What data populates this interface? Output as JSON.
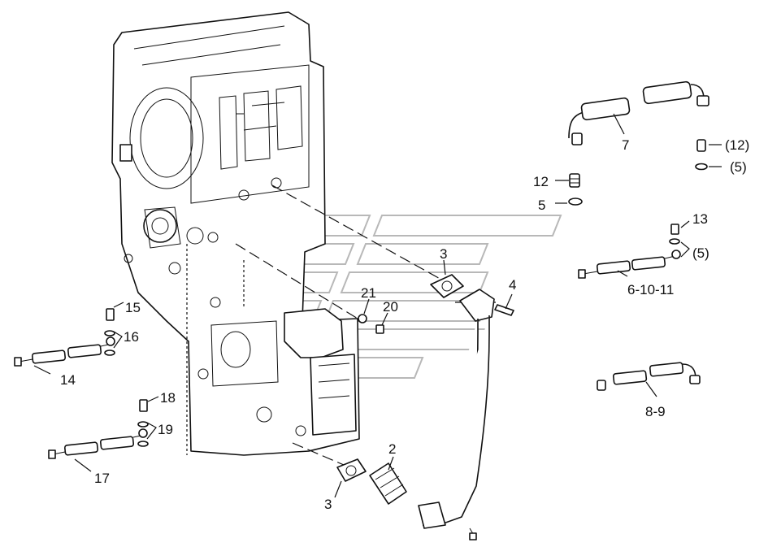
{
  "callouts": {
    "c7": "7",
    "c12p": "(12)",
    "c5p_top": "(5)",
    "c12": "12",
    "c5": "5",
    "c13": "13",
    "c5p_mid": "(5)",
    "c6_10_11": "6-10-11",
    "c3_top": "3",
    "c4": "4",
    "c21": "21",
    "c20": "20",
    "c15": "15",
    "c16": "16",
    "c14": "14",
    "c8_9": "8-9",
    "c18": "18",
    "c19": "19",
    "c17": "17",
    "c2": "2",
    "c3_bot": "3"
  }
}
